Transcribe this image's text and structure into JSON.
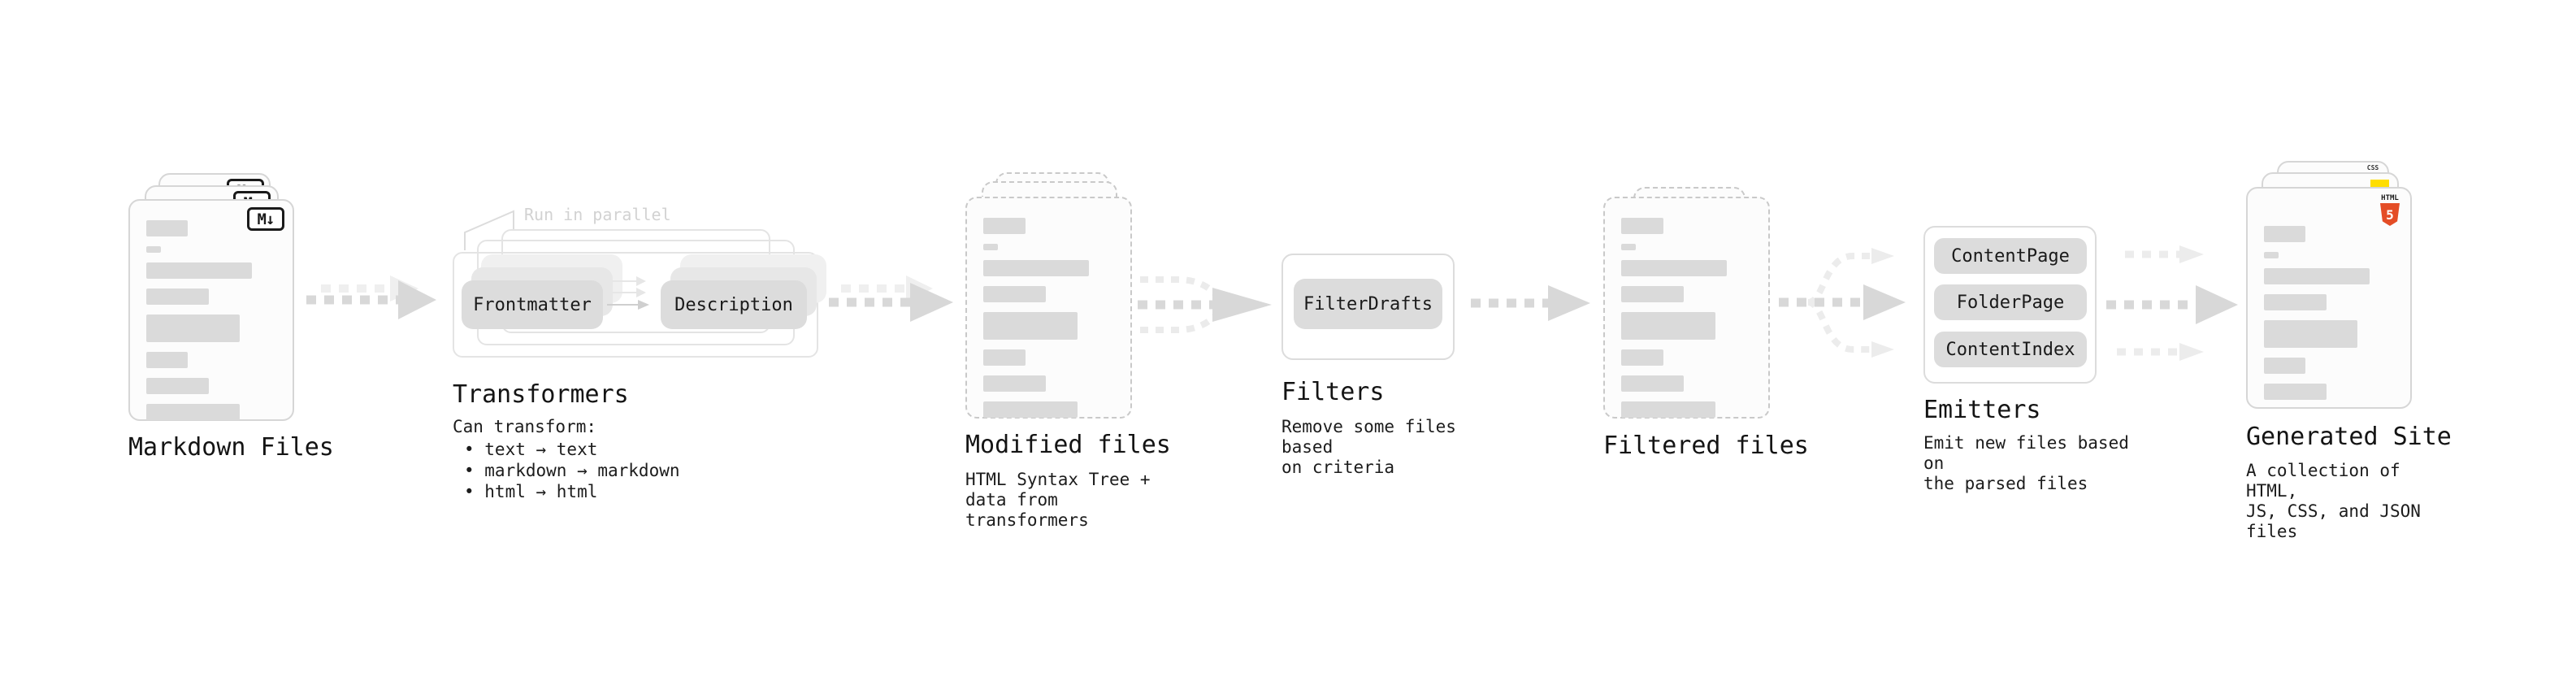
{
  "colors": {
    "background": "#ffffff",
    "doc_fill": "#fcfcfc",
    "doc_border": "#d6d6d6",
    "doc_border_dashed": "#c9c9c9",
    "bar_fill": "#dadada",
    "chip_fill": "#dcdcdc",
    "chip_ghost_fill": "#e7e7e7",
    "outline_border": "#e4e4e4",
    "arrow_main": "#d8d8d8",
    "arrow_light": "#ececec",
    "note_gray": "#d2d2d2",
    "text_dark": "#141414",
    "html5_orange": "#e44d26",
    "js_yellow": "#ffde00",
    "css_blue": "#2965f1"
  },
  "stages": {
    "markdown_files": {
      "title": "Markdown Files",
      "badge_label": "M↓"
    },
    "transformers": {
      "title": "Transformers",
      "note": "Run in parallel",
      "step1": "Frontmatter",
      "step2": "Description",
      "caption_heading": "Can transform:",
      "bullets_text": "• text → text\n• markdown → markdown\n• html → html"
    },
    "modified_files": {
      "title": "Modified files",
      "caption": "HTML Syntax Tree +\ndata from transformers"
    },
    "filters": {
      "title": "Filters",
      "step1": "FilterDrafts",
      "caption": "Remove some files based\non criteria"
    },
    "filtered_files": {
      "title": "Filtered files"
    },
    "emitters": {
      "title": "Emitters",
      "item1": "ContentPage",
      "item2": "FolderPage",
      "item3": "ContentIndex",
      "caption": "Emit new files based on\nthe parsed files"
    },
    "generated_site": {
      "title": "Generated Site",
      "caption": "A collection of HTML,\nJS, CSS, and JSON files",
      "badge_html": "HTML",
      "badge_html_number": "5",
      "badge_css": "CSS"
    }
  }
}
